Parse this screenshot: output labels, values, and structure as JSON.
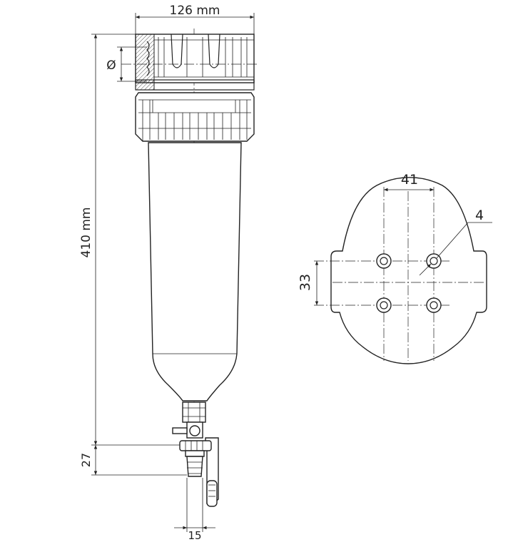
{
  "drawing": {
    "dimensions": {
      "width_label": "126 mm",
      "height_label": "410 mm",
      "diameter_symbol": "Ø",
      "drain_height_label": "27",
      "hose_width_label": "15",
      "bolt_spacing_h_label": "41",
      "bolt_spacing_v_label": "33",
      "bolt_diameter_label": "4"
    }
  }
}
